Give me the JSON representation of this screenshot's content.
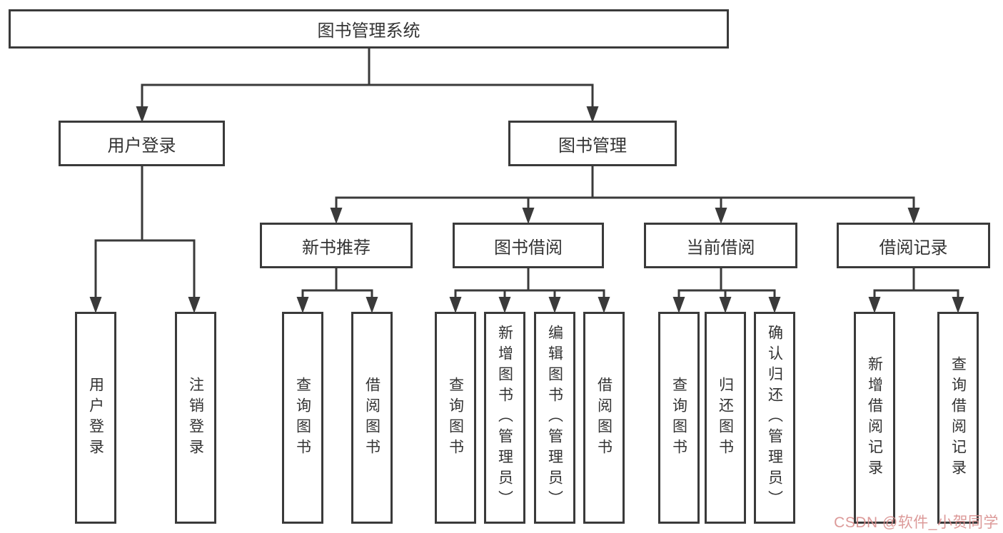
{
  "diagram": {
    "type": "hierarchy-tree",
    "colors": {
      "line": "#3a3a3a",
      "box_background": "#ffffff",
      "label_text": "#333333",
      "watermark_text": "#d9908f"
    },
    "watermark": {
      "text": "CSDN @软件_小贺同学"
    },
    "tree": {
      "label": "图书管理系统",
      "children": [
        {
          "label": "用户登录",
          "children": [
            {
              "label": "用户登录"
            },
            {
              "label": "注销登录"
            }
          ]
        },
        {
          "label": "图书管理",
          "children": [
            {
              "label": "新书推荐",
              "children": [
                {
                  "label": "查询图书"
                },
                {
                  "label": "借阅图书"
                }
              ]
            },
            {
              "label": "图书借阅",
              "children": [
                {
                  "label": "查询图书"
                },
                {
                  "label": "新增图书（管理员）"
                },
                {
                  "label": "编辑图书（管理员）"
                },
                {
                  "label": "借阅图书"
                }
              ]
            },
            {
              "label": "当前借阅",
              "children": [
                {
                  "label": "查询图书"
                },
                {
                  "label": "归还图书"
                },
                {
                  "label": "确认归还（管理员）"
                }
              ]
            },
            {
              "label": "借阅记录",
              "children": [
                {
                  "label": "新增借阅记录"
                },
                {
                  "label": "查询借阅记录"
                }
              ]
            }
          ]
        }
      ]
    }
  }
}
